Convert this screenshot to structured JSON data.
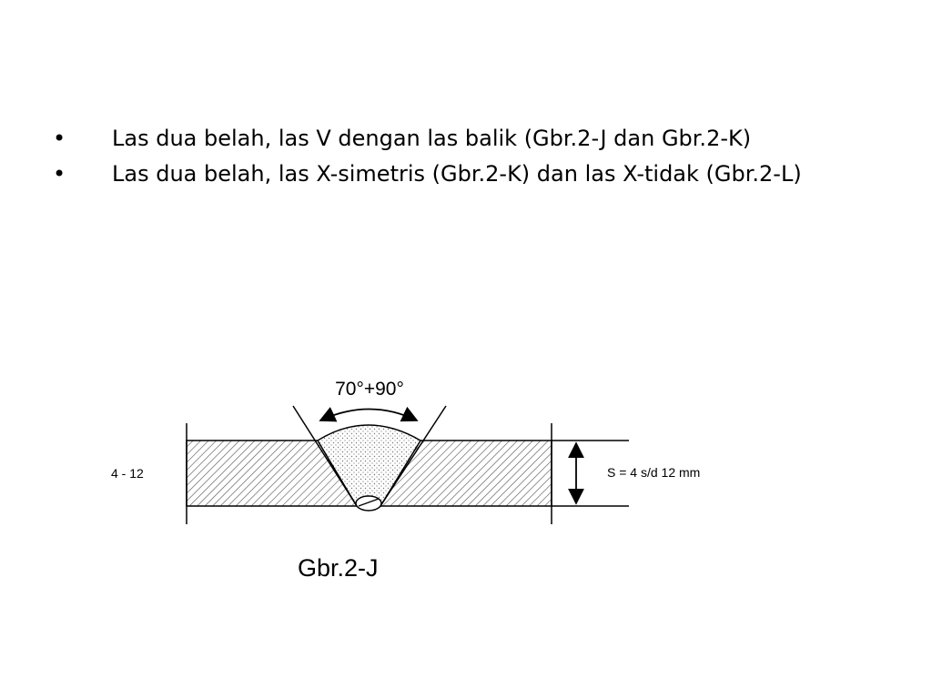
{
  "slide": {
    "bullets": [
      {
        "marker": "•",
        "text": "Las dua belah, las V dengan las balik (Gbr.2-J dan Gbr.2-K)"
      },
      {
        "marker": "•",
        "text": "Las dua belah, las X-simetris (Gbr.2-K) dan las X-tidak (Gbr.2-L)"
      }
    ]
  },
  "figure": {
    "angle_label": "70°+90°",
    "left_label": "4 - 12",
    "right_label": "S = 4 s/d 12 mm",
    "caption": "Gbr.2-J",
    "colors": {
      "stroke": "#000000",
      "hatch": "#555555",
      "weld_dots": "#777777",
      "background": "#ffffff"
    }
  }
}
